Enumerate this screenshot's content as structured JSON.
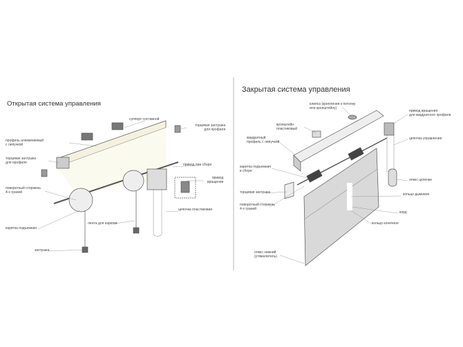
{
  "open_system": {
    "title": "Открытая система управления",
    "labels": {
      "support": "суппорт составной",
      "end_cap_right": [
        "торцевая заглушка",
        "для профиля"
      ],
      "profile": [
        "профиль алюминиевый",
        "с липучкой"
      ],
      "end_cap_left": [
        "торцевая заглушка",
        "для профиля"
      ],
      "drive_assembly": "привод при сборе",
      "rotation_drive": [
        "привод",
        "вращения"
      ],
      "rod": [
        "поворотный стержень",
        "4-х граней"
      ],
      "chain": "цепочка пластиковая",
      "carriage": "каретка подъемная",
      "tape": "лента для каретки",
      "plug": "заглушка"
    }
  },
  "closed_system": {
    "title": "Закрытая система управления",
    "labels": {
      "clip": [
        "клипса (крепления к потолку",
        "или кронштейну)"
      ],
      "drive": [
        "привод вращения",
        "для квадратного профиля"
      ],
      "bracket": [
        "кронштейн",
        "пластиковый"
      ],
      "profile": [
        "квадратный",
        "профиль с липучкой"
      ],
      "chain": "цепочка управления",
      "carriage": [
        "каретка подъемная",
        "в сборе"
      ],
      "chain_weight": "отвес цепочки",
      "end_cap": "торцевая заглушка",
      "ring": "кольцо дымовое",
      "rod": [
        "поворотный стержень",
        "4-х граней"
      ],
      "cord": "корд",
      "end_ring": "кольцо конечное",
      "bottom_weight": [
        "отвес нижний",
        "(утяжелитель)"
      ]
    }
  }
}
